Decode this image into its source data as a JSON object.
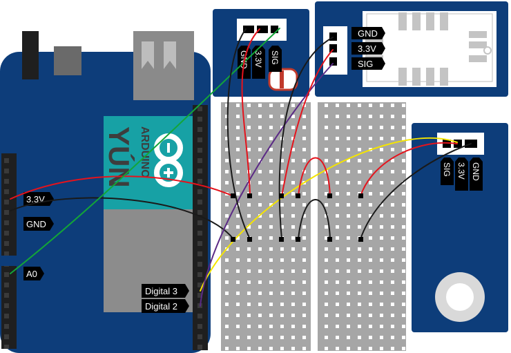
{
  "board": {
    "name_top": "ARDUINO",
    "name_bottom": "YÚN",
    "pin_labels": {
      "v33": "3.3V",
      "gnd": "GND",
      "a0": "A0",
      "d3": "Digital 3",
      "d2": "Digital 2"
    }
  },
  "sensors": {
    "top_left": {
      "pins": [
        "GND",
        "3.3V",
        "SIG"
      ]
    },
    "top_right": {
      "pins": [
        "GND",
        "3.3V",
        "SIG"
      ]
    },
    "right": {
      "pins": [
        "SIG",
        "3.3V",
        "GND"
      ]
    }
  },
  "colors": {
    "board": "#0d3d7a",
    "breadboard": "#a6a6a6",
    "wire_red": "#e5131c",
    "wire_black": "#1a1a1a",
    "wire_green": "#13a538",
    "wire_purple": "#5b2a86",
    "wire_yellow": "#f5e500"
  }
}
